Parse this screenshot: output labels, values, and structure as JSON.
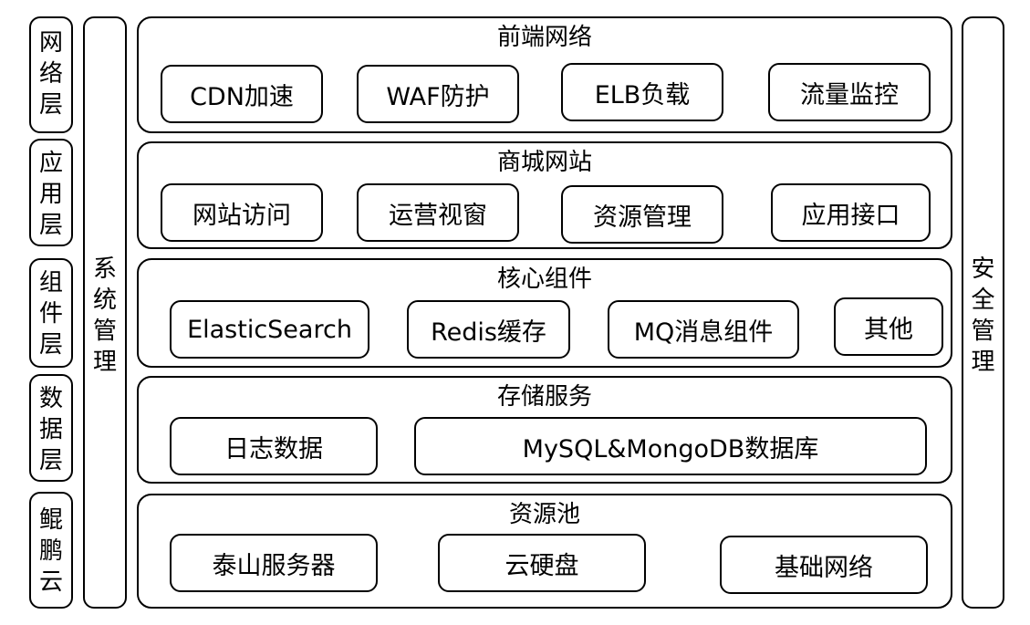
{
  "left_layers": [
    "网络层",
    "应用层",
    "组件层",
    "数据层",
    "鲲鹏云"
  ],
  "left_column_label": "系统管理",
  "right_column_label": "安全管理",
  "bands": [
    {
      "title": "前端网络",
      "items": [
        "CDN加速",
        "WAF防护",
        "ELB负载",
        "流量监控"
      ]
    },
    {
      "title": "商城网站",
      "items": [
        "网站访问",
        "运营视窗",
        "资源管理",
        "应用接口"
      ]
    },
    {
      "title": "核心组件",
      "items": [
        "ElasticSearch",
        "Redis缓存",
        "MQ消息组件",
        "其他"
      ]
    },
    {
      "title": "存储服务",
      "items": [
        "日志数据",
        "MySQL&MongoDB数据库"
      ]
    },
    {
      "title": "资源池",
      "items": [
        "泰山服务器",
        "云硬盘",
        "基础网络"
      ]
    }
  ]
}
